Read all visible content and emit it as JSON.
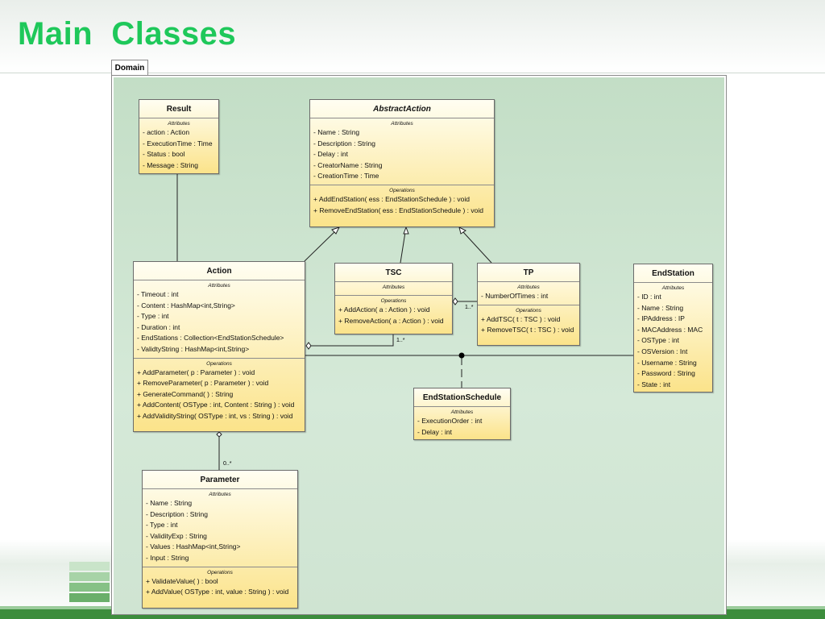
{
  "slide": {
    "title": "Main  Classes"
  },
  "diagram": {
    "tab_label": "Domain",
    "attributes_header": "Attributes",
    "operations_header": "Operations",
    "classes": {
      "result": {
        "name": "Result",
        "attributes": [
          "- action : Action",
          "- ExecutionTime : Time",
          "- Status : bool",
          "- Message : String"
        ],
        "operations": []
      },
      "abstract_action": {
        "name": "AbstractAction",
        "abstract": true,
        "attributes": [
          "- Name : String",
          "- Description : String",
          "- Delay : int",
          "- CreatorName : String",
          "- CreationTime : Time"
        ],
        "operations": [
          "+ AddEndStation( ess : EndStationSchedule ) : void",
          "+ RemoveEndStation( ess : EndStationSchedule ) : void"
        ]
      },
      "action": {
        "name": "Action",
        "attributes": [
          "- Timeout : int",
          "- Content : HashMap<int,String>",
          "- Type : int",
          "- Duration : int",
          "- EndStations : Collection<EndStationSchedule>",
          "- ValidtyString : HashMap<int,String>"
        ],
        "operations": [
          "+ AddParameter( p : Parameter ) : void",
          "+ RemoveParameter( p : Parameter ) : void",
          "+ GenerateCommand( ) : String",
          "+ AddContent( OSType : int, Content : String ) : void",
          "+ AddValidityString( OSType : int, vs : String ) : void"
        ]
      },
      "tsc": {
        "name": "TSC",
        "attributes": [],
        "operations": [
          "+ AddAction( a : Action ) : void",
          "+ RemoveAction( a : Action ) : void"
        ]
      },
      "tp": {
        "name": "TP",
        "attributes": [
          "- NumberOfTimes : int"
        ],
        "operations": [
          "+ AddTSC( t : TSC ) : void",
          "+ RemoveTSC( t : TSC ) : void"
        ]
      },
      "end_station": {
        "name": "EndStation",
        "attributes": [
          "- ID : int",
          "- Name : String",
          "- IPAddress : IP",
          "- MACAddress : MAC",
          "- OSType : int",
          "- OSVersion : Int",
          "- Username : String",
          "- Password : String",
          "- State : int"
        ],
        "operations": []
      },
      "end_station_schedule": {
        "name": "EndStationSchedule",
        "attributes": [
          "- ExecutionOrder : int",
          "- Delay : int"
        ],
        "operations": []
      },
      "parameter": {
        "name": "Parameter",
        "attributes": [
          "- Name : String",
          "- Description : String",
          "- Type : int",
          "- ValidityExp : String",
          "- Values : HashMap<int,String>",
          "- Input : String"
        ],
        "operations": [
          "+ ValidateValue( ) : bool",
          "+ AddValue( OSType : int, value : String ) : void"
        ]
      }
    },
    "multiplicities": {
      "tp_tsc": "1..*",
      "tsc_action": "1..*",
      "action_parameter": "0..*"
    }
  }
}
